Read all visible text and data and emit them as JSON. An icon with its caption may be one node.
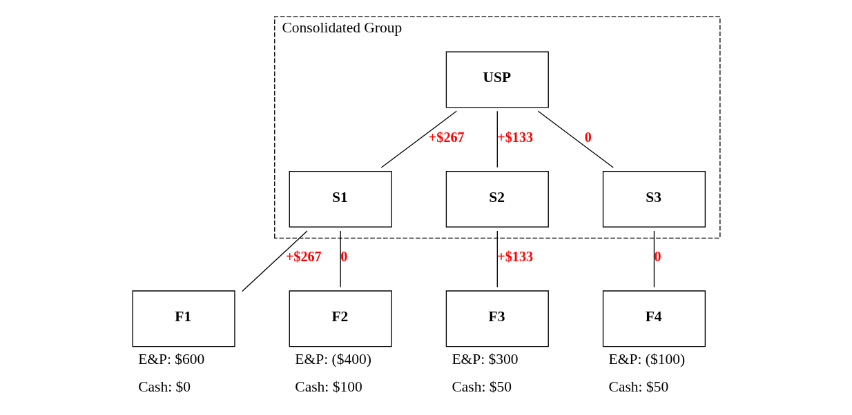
{
  "diagram": {
    "nodes": [
      {
        "text": [
          "Consolidated Group"
        ]
      },
      {
        "text": [
          "USP"
        ],
        "in": 0
      },
      {
        "text": [
          "S1"
        ],
        "in": 0
      },
      {
        "text": [
          "S2"
        ],
        "in": 0
      },
      {
        "text": [
          "S3"
        ],
        "in": 0
      },
      {
        "text": [
          "F1"
        ],
        "beside": [
          "E&P: $600",
          "Cash: $0"
        ]
      },
      {
        "text": [
          "F2"
        ],
        "beside": [
          "E&P: ($400)",
          "Cash: $100"
        ]
      },
      {
        "text": [
          "F3"
        ],
        "beside": [
          "E&P: $300",
          "Cash: $50"
        ]
      },
      {
        "text": [
          "F4"
        ],
        "beside": [
          "E&P: ($100)",
          "Cash: $50"
        ]
      }
    ],
    "edges": [
      {
        "from": 1,
        "to": 2,
        "arrow": "none",
        "label": "+$267"
      },
      {
        "from": 1,
        "to": 3,
        "arrow": "none",
        "label": "+$133"
      },
      {
        "from": 1,
        "to": 4,
        "arrow": "none",
        "label": "0"
      },
      {
        "from": 2,
        "to": 5,
        "arrow": "none",
        "label": "+$267"
      },
      {
        "from": 2,
        "to": 6,
        "arrow": "none",
        "label": "0"
      },
      {
        "from": 3,
        "to": 7,
        "arrow": "none",
        "label": "+$133"
      },
      {
        "from": 4,
        "to": 8,
        "arrow": "none",
        "label": "0"
      }
    ]
  }
}
